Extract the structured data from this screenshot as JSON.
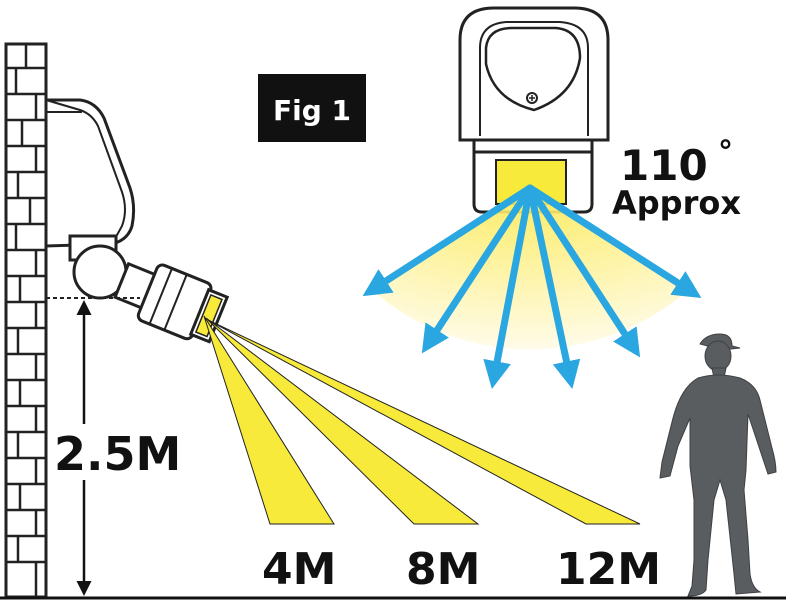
{
  "figure_label": "Fig 1",
  "height_label": "2.5M",
  "range_labels": [
    "4M",
    "8M",
    "12M"
  ],
  "angle": {
    "value": "110",
    "degree_symbol": "°",
    "approx": "Approx"
  },
  "colors": {
    "beam_yellow": "#f7ea3a",
    "fan_yellow": "#fcf4b4",
    "arrow_blue": "#2aa6e0",
    "person_gray": "#5a5d60",
    "label_box": "#111111"
  }
}
